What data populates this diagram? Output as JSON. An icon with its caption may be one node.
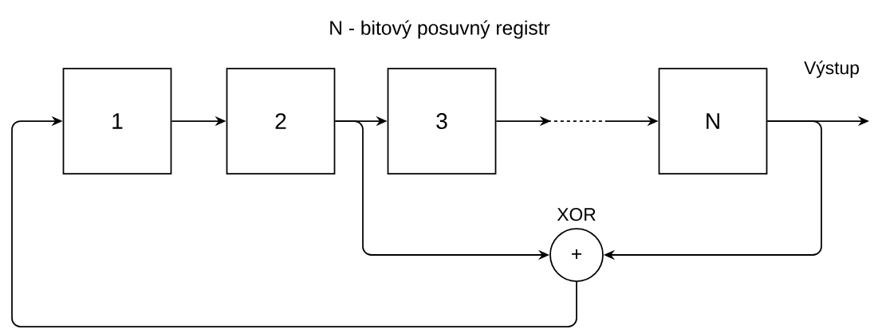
{
  "diagram": {
    "title": "N - bitový posuvný registr",
    "nodes": [
      {
        "text": [
          "1"
        ]
      },
      {
        "text": [
          "2"
        ]
      },
      {
        "text": [
          "3"
        ]
      },
      {
        "text": [
          "N"
        ]
      },
      {
        "text": [
          "+"
        ],
        "beside": [
          "XOR"
        ]
      }
    ],
    "edges": [
      {
        "from": 0,
        "to": 1,
        "arrow": "to"
      },
      {
        "from": 1,
        "to": 2,
        "arrow": "to"
      },
      {
        "from": 1,
        "to": 4,
        "arrow": "to"
      },
      {
        "from": 2,
        "to": 3,
        "arrow": "to",
        "style": "dashed"
      },
      {
        "from": 3,
        "to": null,
        "arrow": "to",
        "label": "Výstup"
      },
      {
        "from": 3,
        "to": 4,
        "arrow": "to"
      },
      {
        "from": 4,
        "to": 0,
        "arrow": "to"
      }
    ]
  }
}
